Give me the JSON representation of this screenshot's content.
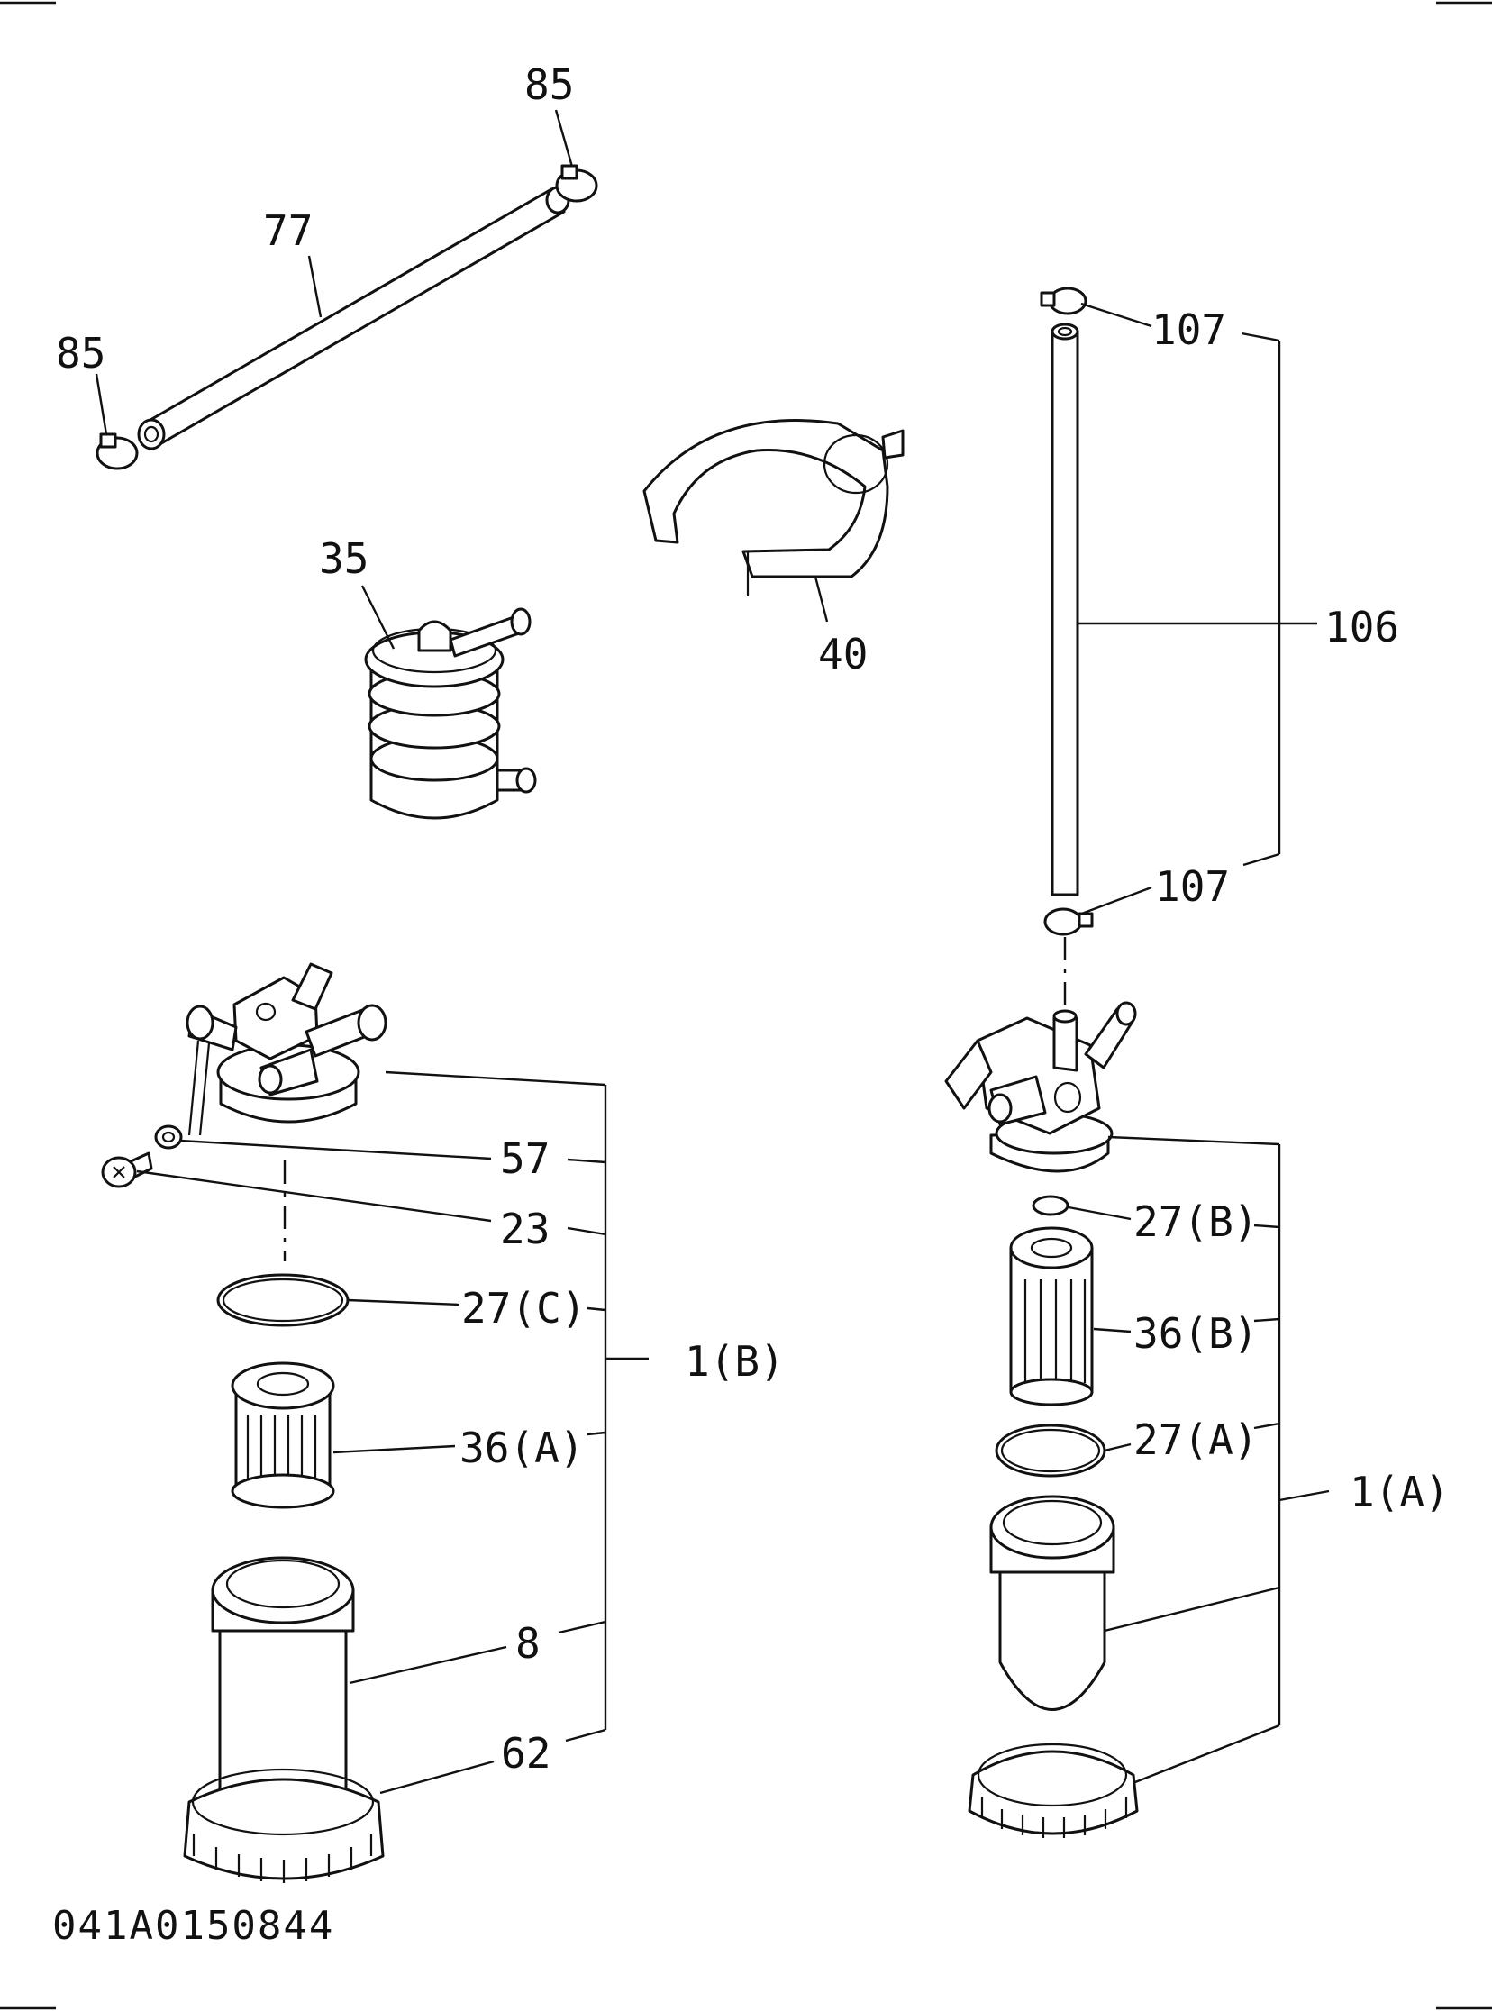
{
  "labels": {
    "p85a": "85",
    "p77": "77",
    "p85b": "85",
    "p35": "35",
    "p40": "40",
    "p107a": "107",
    "p106": "106",
    "p107b": "107",
    "p57": "57",
    "p23": "23",
    "p27c": "27(C)",
    "p1b": "1(B)",
    "p36a": "36(A)",
    "p8": "8",
    "p62": "62",
    "p27b": "27(B)",
    "p36b": "36(B)",
    "p27a": "27(A)",
    "p1a": "1(A)"
  },
  "drawing_code": "041A0150844"
}
